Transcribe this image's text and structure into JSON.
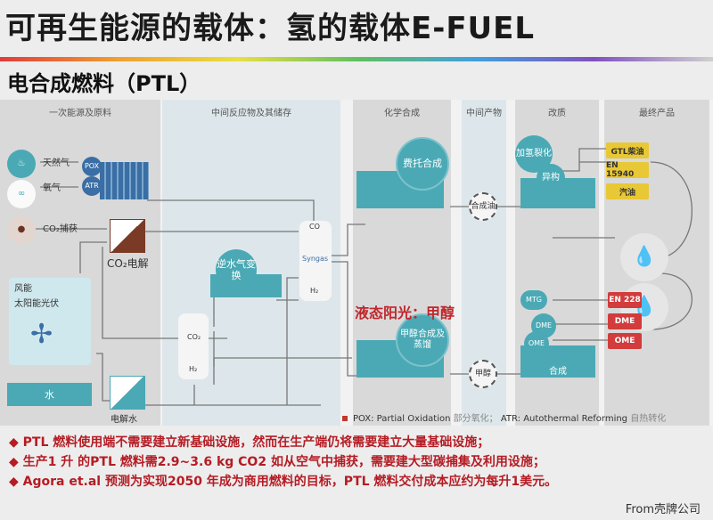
{
  "title": "可再生能源的载体：氢的载体E-FUEL",
  "subtitle": "电合成燃料（PTL）",
  "columns": [
    "一次能源及原料",
    "中间反应物及其储存",
    "化学合成",
    "中间产物",
    "改质",
    "最终产品"
  ],
  "inputs": {
    "natural_gas": "天然气",
    "oxygen": "氧气",
    "co2_capture": "CO₂捕获",
    "renewables_line1": "风能",
    "renewables_line2": "太阳能光伏",
    "water": "水",
    "electrolysis_water": "电解水",
    "co2_electrolysis": "CO₂电解",
    "pox": "POX",
    "atr": "ATR"
  },
  "intermediates": {
    "co": "CO",
    "syngas": "Syngas",
    "h2": "H₂",
    "co2": "CO₂",
    "h2b": "H₂",
    "rwgs": "逆水气变换"
  },
  "synthesis": {
    "ft": "费托合成",
    "methanol": "甲醇合成及蒸馏"
  },
  "products_mid": {
    "syncrude": "合成油",
    "methanol": "甲醇"
  },
  "upgrading": {
    "hydrocracking": "加氢裂化",
    "isomerization": "异构",
    "mtg": "MTG",
    "dme": "DME",
    "ome": "OME",
    "synthesis": "合成"
  },
  "final": {
    "yellow": [
      "GTL柴油",
      "EN 15940",
      "汽油"
    ],
    "red": [
      "EN 228",
      "DME",
      "OME"
    ]
  },
  "highlight": "液态阳光：甲醇",
  "legend": {
    "pox": "POX: Partial Oxidation",
    "pox_cn": "部分氧化；",
    "atr": "ATR: Autothermal Reforming",
    "atr_cn": "自热转化"
  },
  "bullets": [
    "PTL 燃料使用端不需要建立新基础设施，然而在生产端仍将需要建立大量基础设施；",
    "生产1 升 的PTL 燃料需2.9~3.6 kg CO2 如从空气中捕获，需要建大型碳捕集及利用设施；",
    "Agora et.al 预测为实现2050 年成为商用燃料的目标，PTL 燃料交付成本应约为每升1美元。"
  ],
  "bullet_icon": "diamond-icon",
  "source": "From壳牌公司",
  "colors": {
    "accent_red": "#b51c24",
    "teal": "#4aa9b5",
    "yellow": "#e8c834",
    "red": "#d23c3c"
  }
}
